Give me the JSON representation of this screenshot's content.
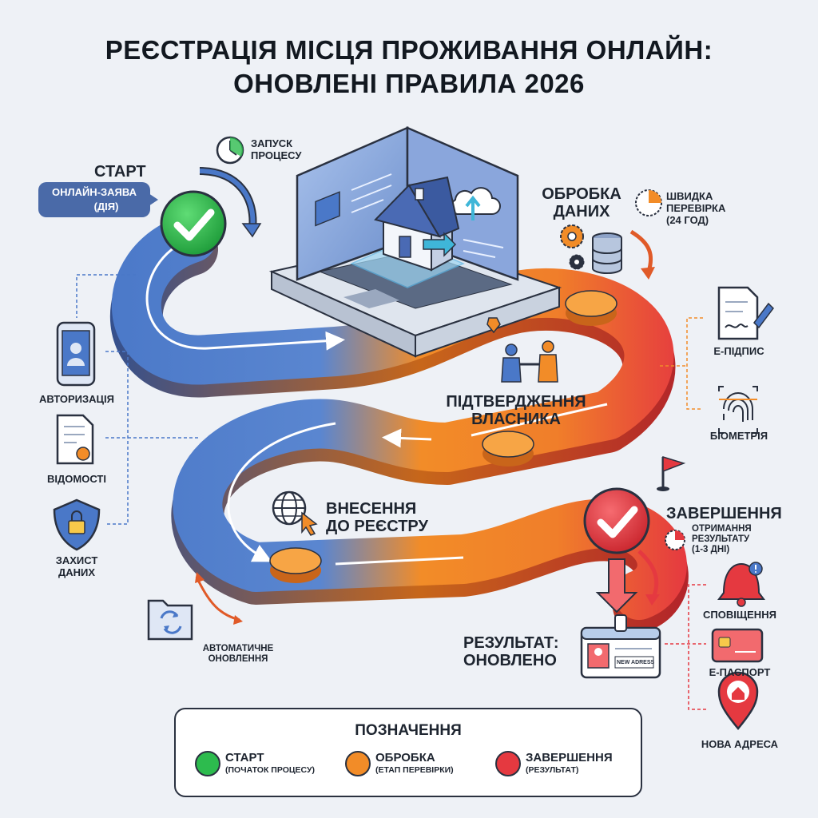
{
  "title": {
    "line1": "РЕЄСТРАЦІЯ МІСЦЯ ПРОЖИВАННЯ ОНЛАЙН:",
    "line2": "ОНОВЛЕНІ ПРАВИЛА 2026"
  },
  "colors": {
    "blue": "#4a78c8",
    "orange": "#f28c28",
    "red": "#e53940",
    "green": "#2dbb4e",
    "dark": "#2a3140"
  },
  "steps": {
    "start": {
      "label": "СТАРТ",
      "bubble_line1": "ОНЛАЙН-ЗАЯВА",
      "bubble_line2": "(ДІЯ)",
      "icon": "check-icon"
    },
    "launch": {
      "line1": "ЗАПУСК",
      "line2": "ПРОЦЕСУ",
      "icon": "clock-icon"
    },
    "processing": {
      "line1": "ОБРОБКА",
      "line2": "ДАНИХ",
      "icon": "gears-database-icon"
    },
    "quick_check": {
      "line1": "ШВИДКА",
      "line2": "ПЕРЕВІРКА",
      "line3": "(24 ГОД)",
      "icon": "clock-icon"
    },
    "owner_confirm": {
      "line1": "ПІДТВЕРДЖЕННЯ",
      "line2": "ВЛАСНИКА",
      "icon": "handshake-icon"
    },
    "registry": {
      "line1": "ВНЕСЕННЯ",
      "line2": "ДО РЕЄСТРУ",
      "icon": "globe-cursor-icon"
    },
    "completion": {
      "label": "ЗАВЕРШЕННЯ",
      "line1": "ОТРИМАННЯ",
      "line2": "РЕЗУЛЬТАТУ",
      "line3": "(1-3 ДНІ)",
      "icon": "check-icon"
    },
    "result": {
      "line1": "РЕЗУЛЬТАТ:",
      "line2": "ОНОВЛЕНО",
      "card_text": "NEW ADRESS",
      "icon": "id-card-icon"
    }
  },
  "left_items": [
    {
      "label": "АВТОРИЗАЦІЯ",
      "icon": "phone-user-icon"
    },
    {
      "label": "ВІДОМОСТІ",
      "icon": "certificate-icon"
    },
    {
      "line1": "ЗАХИСТ",
      "line2": "ДАНИХ",
      "icon": "shield-lock-icon"
    }
  ],
  "auto_update": {
    "line1": "АВТОМАТИЧНЕ",
    "line2": "ОНОВЛЕННЯ",
    "icon": "folder-sync-icon"
  },
  "right_items": [
    {
      "label": "Е-ПІДПИС",
      "icon": "document-signature-icon"
    },
    {
      "label": "БІОМЕТРІЯ",
      "icon": "fingerprint-icon"
    }
  ],
  "result_items": [
    {
      "label": "СПОВІЩЕННЯ",
      "icon": "bell-icon"
    },
    {
      "label": "Е-ПАСПОРТ",
      "icon": "card-icon"
    },
    {
      "label": "НОВА АДРЕСА",
      "icon": "map-pin-home-icon"
    }
  ],
  "legend": {
    "title": "ПОЗНАЧЕННЯ",
    "items": [
      {
        "label": "СТАРТ",
        "sub": "(ПОЧАТОК ПРОЦЕСУ)",
        "color": "#2dbb4e"
      },
      {
        "label": "ОБРОБКА",
        "sub": "(ЕТАП ПЕРЕВІРКИ)",
        "color": "#f28c28"
      },
      {
        "label": "ЗАВЕРШЕННЯ",
        "sub": "(РЕЗУЛЬТАТ)",
        "color": "#e53940"
      }
    ]
  }
}
